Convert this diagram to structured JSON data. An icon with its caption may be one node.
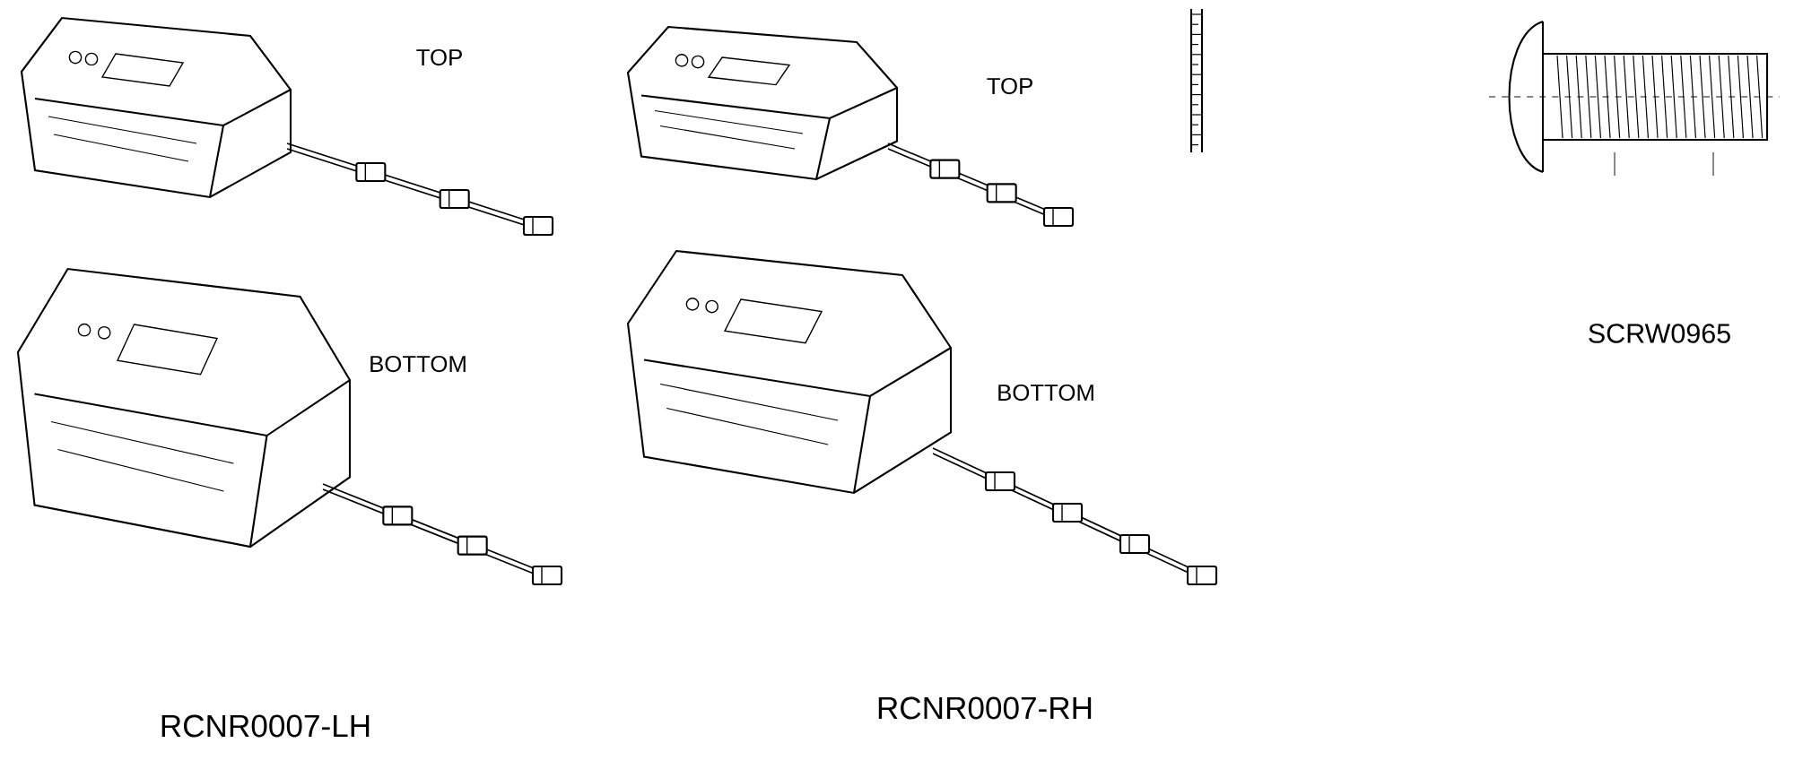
{
  "diagram": {
    "labels": [
      "TOP",
      "TOP",
      "BOTTOM",
      "BOTTOM",
      "SCRW0965",
      "RCNR0007-LH",
      "RCNR0007-RH"
    ]
  }
}
